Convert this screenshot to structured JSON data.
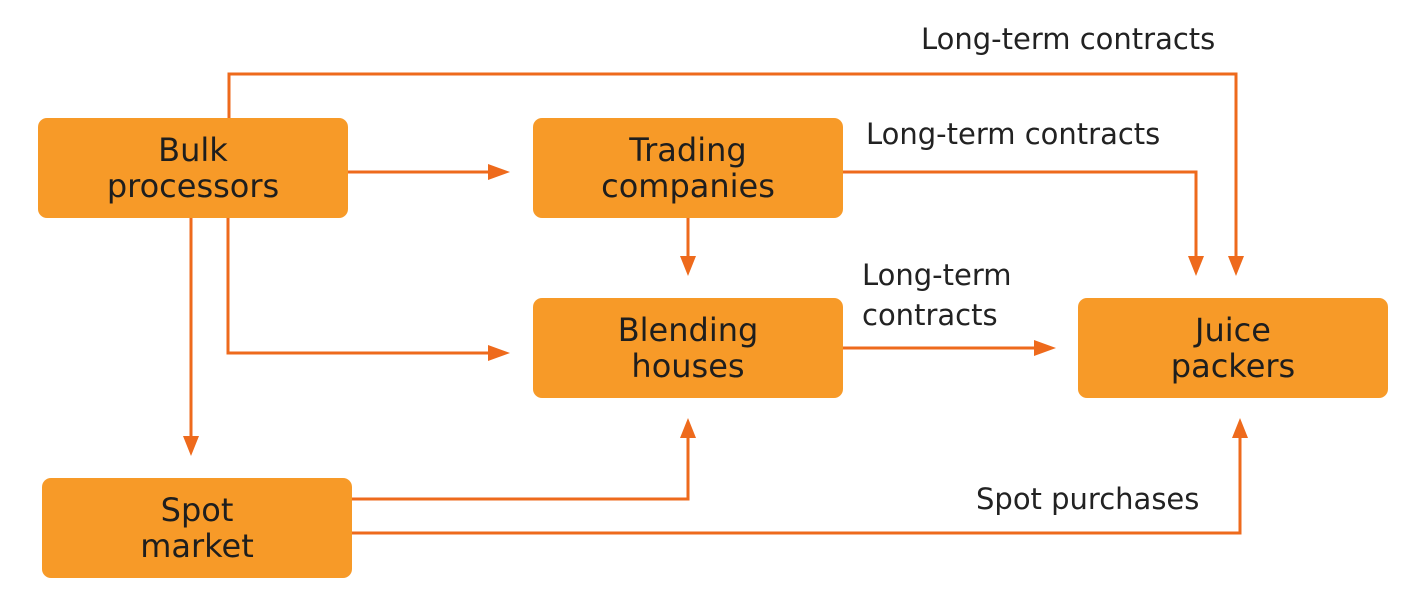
{
  "colors": {
    "node_fill": "#f79a28",
    "arrow": "#ee6a1c",
    "text": "#1e1e1e"
  },
  "nodes": {
    "bulk_processors": {
      "line1": "Bulk",
      "line2": "processors"
    },
    "trading_companies": {
      "line1": "Trading",
      "line2": "companies"
    },
    "blending_houses": {
      "line1": "Blending",
      "line2": "houses"
    },
    "juice_packers": {
      "line1": "Juice",
      "line2": "packers"
    },
    "spot_market": {
      "line1": "Spot",
      "line2": "market"
    }
  },
  "edge_labels": {
    "top_long_term": "Long-term contracts",
    "trading_long_term": "Long-term contracts",
    "blending_long_term_line1": "Long-term",
    "blending_long_term_line2": "contracts",
    "spot_purchases": "Spot purchases"
  }
}
